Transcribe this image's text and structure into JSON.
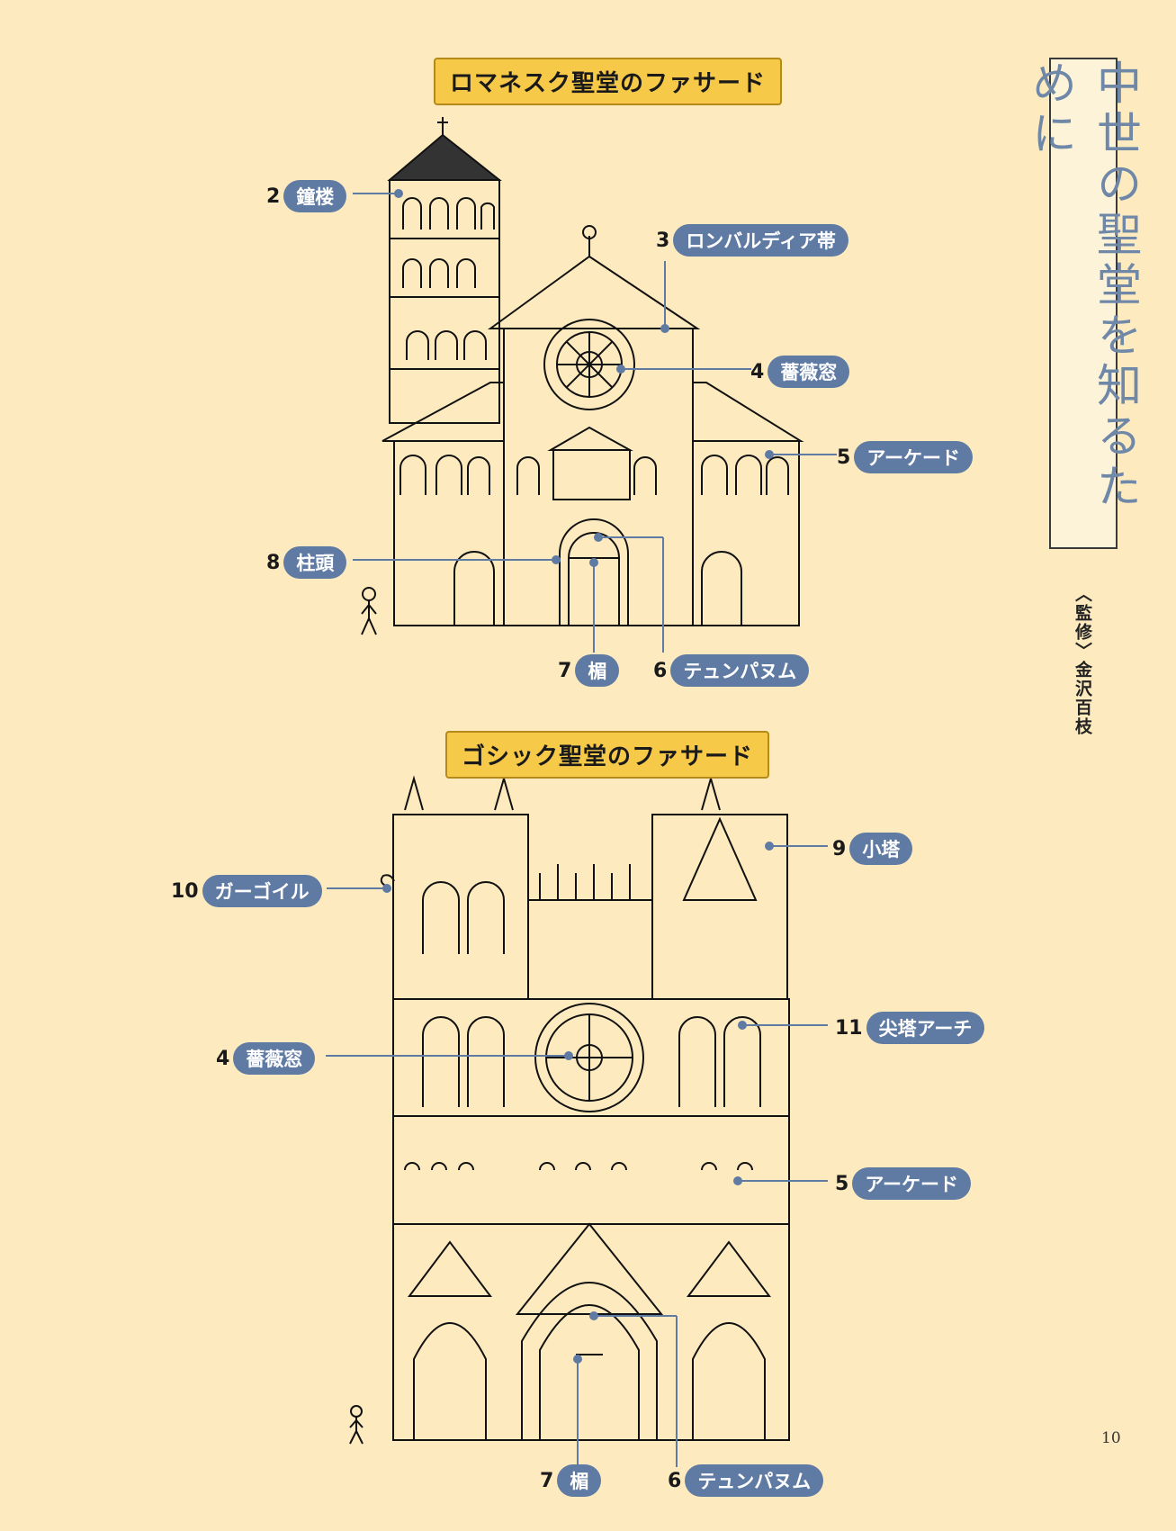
{
  "romanesque": {
    "title": "ロマネスク聖堂のファサード",
    "labels": [
      {
        "num": "2",
        "text": "鐘楼"
      },
      {
        "num": "3",
        "text": "ロンバルディア帯"
      },
      {
        "num": "4",
        "text": "薔薇窓"
      },
      {
        "num": "5",
        "text": "アーケード"
      },
      {
        "num": "8",
        "text": "柱頭"
      },
      {
        "num": "7",
        "text": "楣"
      },
      {
        "num": "6",
        "text": "テュンパヌム"
      }
    ]
  },
  "gothic": {
    "title": "ゴシック聖堂のファサード",
    "labels": [
      {
        "num": "9",
        "text": "小塔"
      },
      {
        "num": "10",
        "text": "ガーゴイル"
      },
      {
        "num": "11",
        "text": "尖塔アーチ"
      },
      {
        "num": "4",
        "text": "薔薇窓"
      },
      {
        "num": "5",
        "text": "アーケード"
      },
      {
        "num": "7",
        "text": "楣"
      },
      {
        "num": "6",
        "text": "テュンパヌム"
      }
    ]
  },
  "side": {
    "title": "中世の聖堂を知るために",
    "editor": "〈監修〉金沢百枝"
  },
  "page_number": "10",
  "colors": {
    "background": "#fdebbf",
    "title_box": "#f7c948",
    "pill": "#5f7aa3",
    "side_title": "#7088a8"
  }
}
